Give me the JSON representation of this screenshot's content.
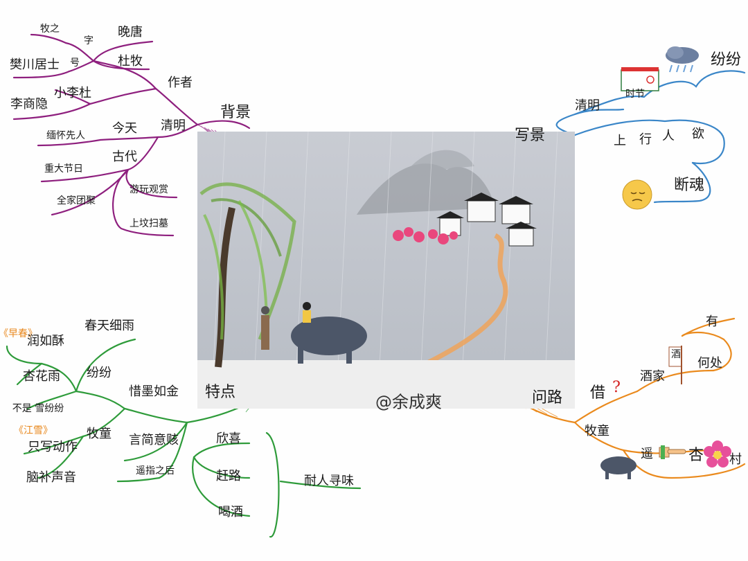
{
  "colors": {
    "purple": "#8e1f7e",
    "blue": "#3a86c8",
    "green": "#2e9b3a",
    "orange": "#ea8a1d",
    "brown": "#7a5a3a"
  },
  "credit": "@余成爽",
  "background": {
    "root": "背景",
    "author": "作者",
    "zi": "字",
    "zi_value": "牧之",
    "hao": "号",
    "hao_value": "樊川居士",
    "era": "晚唐",
    "name": "杜牧",
    "nickname_1": "李商隐",
    "nickname_2": "小李杜",
    "qingming": "清明",
    "today": "今天",
    "today_value": "缅怀先人",
    "ancient": "古代",
    "festival": "重大节日",
    "reunion": "全家团聚",
    "sightseeing": "游玩观赏",
    "tomb": "上坟扫墓"
  },
  "scene": {
    "root": "写景",
    "qingming": "清明",
    "solar_term": "时节",
    "fenfen": "纷纷",
    "pedestrian_1": "上",
    "pedestrian_2": "行",
    "pedestrian_3": "人",
    "pedestrian_4": "欲",
    "duanhun": "断魂"
  },
  "features": {
    "root": "特点",
    "xi_mo": "惜墨如金",
    "spring_rain": "春天细雨",
    "runrusu": "润如酥",
    "early_spring": "《早春》",
    "apricot_rain": "杏花雨",
    "fenfen": "纷纷",
    "not_snow": "不是 雪纷纷",
    "snow_title": "《江雪》",
    "mutong": "牧童",
    "only_action": "只写动作",
    "imagine_sound": "脑补声音",
    "yan_yi": "言简意赅",
    "after_point": "遥指之后",
    "joy": "欣喜",
    "hurry": "赶路",
    "drink": "喝酒",
    "aftertaste": "耐人寻味"
  },
  "ask": {
    "root": "问路",
    "jie": "借",
    "question_mark": "?",
    "jiujia": "酒家",
    "hechu": "何处",
    "you": "有",
    "flag": "酒",
    "mutong": "牧童",
    "yao": "遥",
    "xing": "杏",
    "cun": "村"
  }
}
